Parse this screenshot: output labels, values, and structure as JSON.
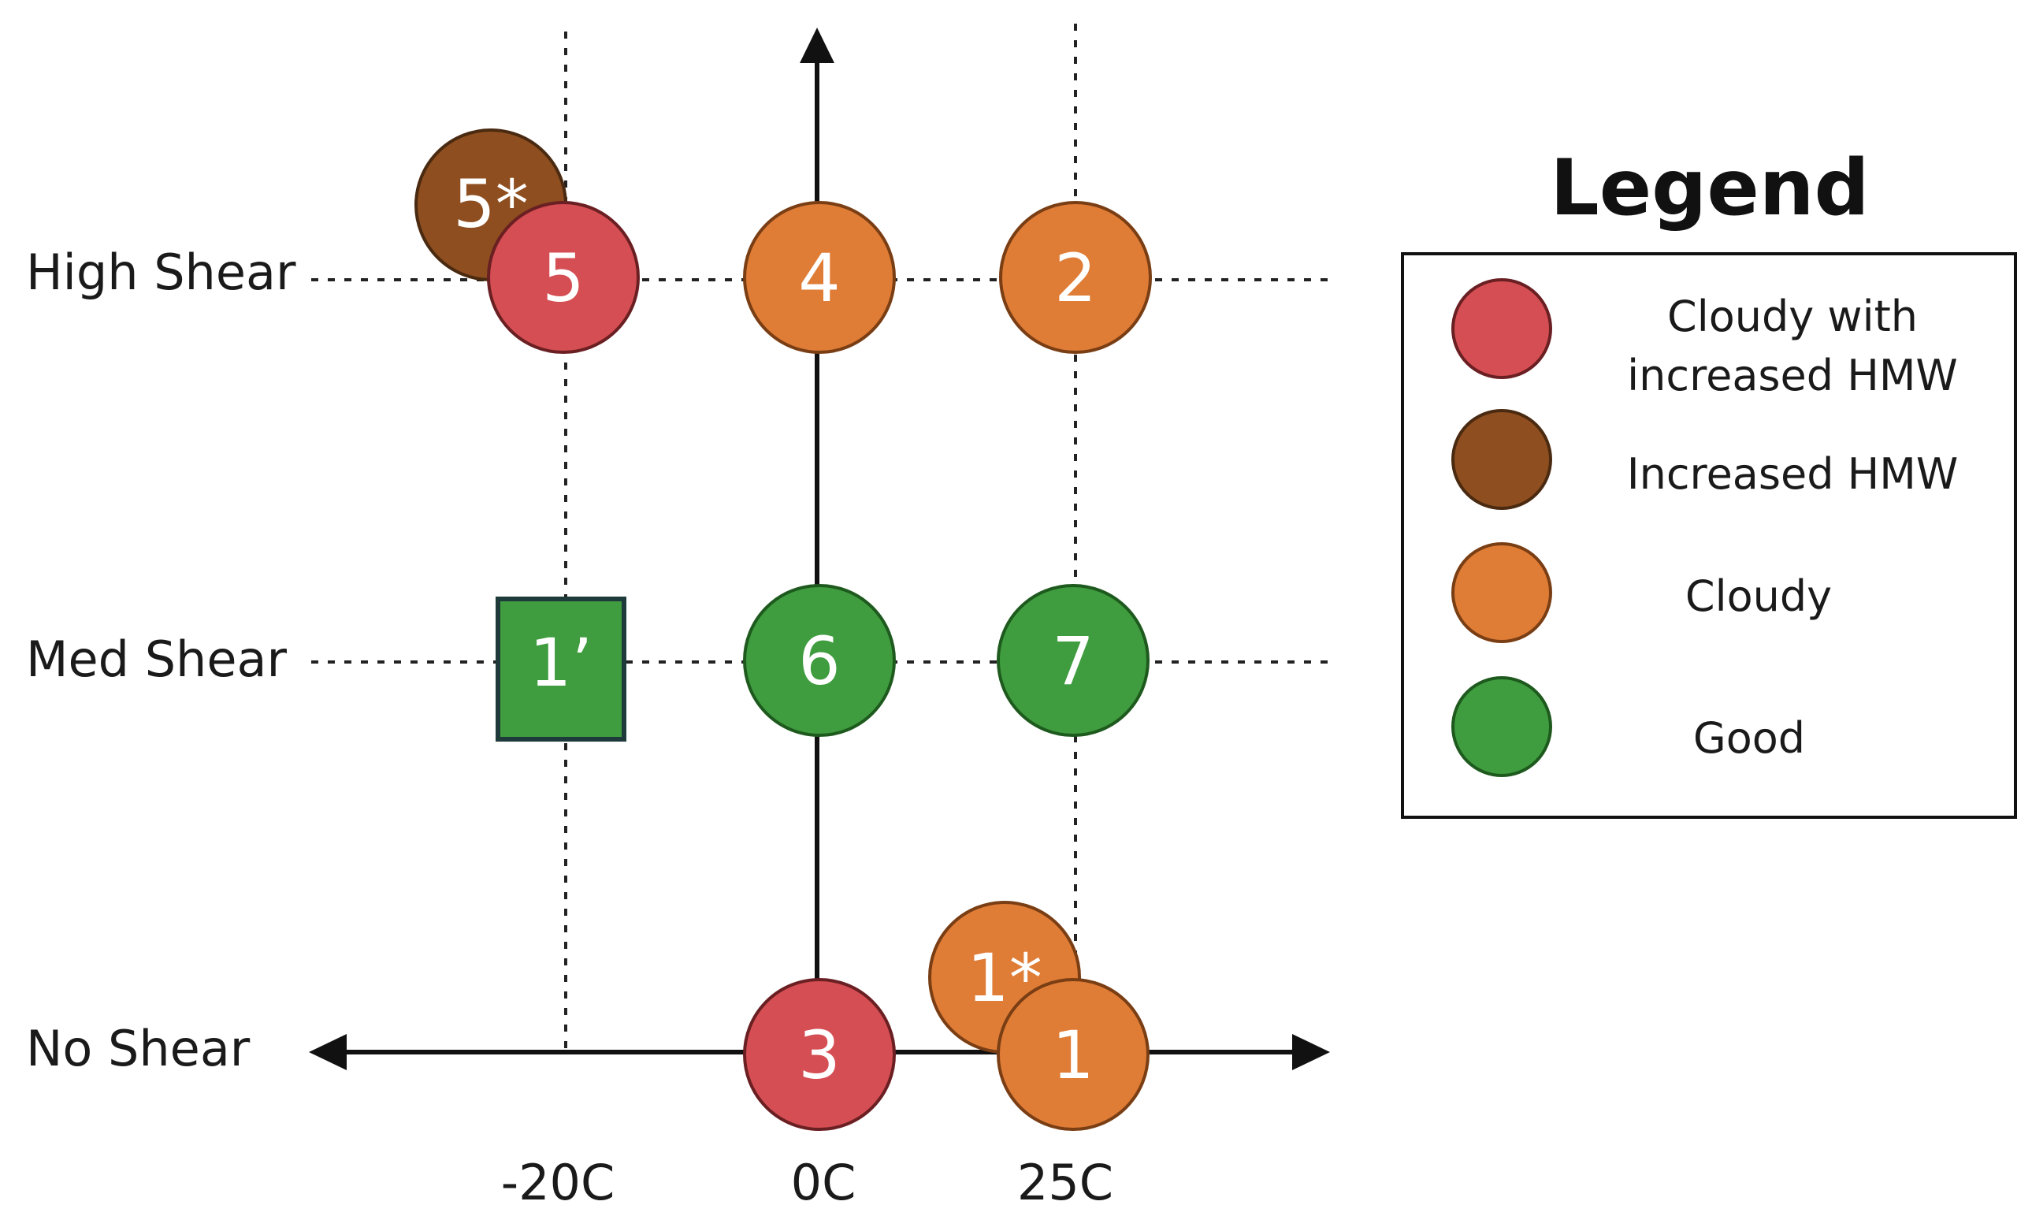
{
  "rows": {
    "high": "High Shear",
    "med": "Med Shear",
    "none": "No Shear"
  },
  "columns": {
    "minus20": "-20C",
    "zero": "0C",
    "plus25": "25C"
  },
  "markers": {
    "m5star": "5*",
    "m5": "5",
    "m4": "4",
    "m2": "2",
    "m1prime": "1’",
    "m6": "6",
    "m7": "7",
    "m1star": "1*",
    "m3": "3",
    "m1": "1"
  },
  "legend": {
    "title": "Legend",
    "items": [
      {
        "line1": "Cloudy with",
        "line2": "increased HMW",
        "color": "#d44e53"
      },
      {
        "line1": "Increased HMW",
        "color": "#8e4e1f"
      },
      {
        "line1": "Cloudy",
        "color": "#df7c36"
      },
      {
        "line1": "Good",
        "color": "#3f9c3f"
      }
    ]
  },
  "colors": {
    "red": "#d44e53",
    "brown": "#8e4e1f",
    "orange": "#df7c36",
    "green": "#3f9c3f",
    "square_border": "#1f3a3a"
  }
}
